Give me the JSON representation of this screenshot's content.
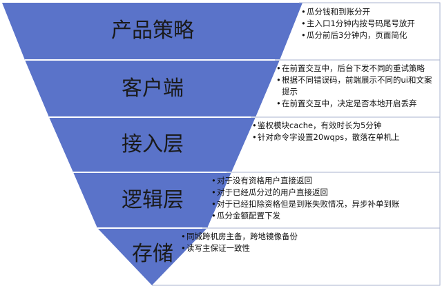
{
  "layers": [
    {
      "title": "产品策略",
      "notes": [
        "瓜分钱和到账分开",
        "主入口1分钟内按号码尾号放开",
        "瓜分前后3分钟内，页面简化"
      ]
    },
    {
      "title": "客户端",
      "notes": [
        "在前置交互中，后台下发不同的重试策略",
        "根据不同错误码，前端展示不同的ui和文案提示",
        "在前置交互中，决定是否本地开启丢弃"
      ]
    },
    {
      "title": "接入层",
      "notes": [
        "鉴权模块cache，有效时长为5分钟",
        "针对命令字设置20wqps，散落在单机上"
      ]
    },
    {
      "title": "逻辑层",
      "notes": [
        "对于没有资格用户直接返回",
        "对于已经瓜分过的用户直接返回",
        "对于已经扣除资格但是到账失败情况，异步补单到账",
        "瓜分金额配置下发"
      ]
    },
    {
      "title": "存储",
      "notes": [
        "同城跨机房主备，跨地镜像备份",
        "读写主保证一致性"
      ]
    }
  ],
  "colors": {
    "funnel_fill": "#5a73c9",
    "line": "#a9b3cf"
  }
}
